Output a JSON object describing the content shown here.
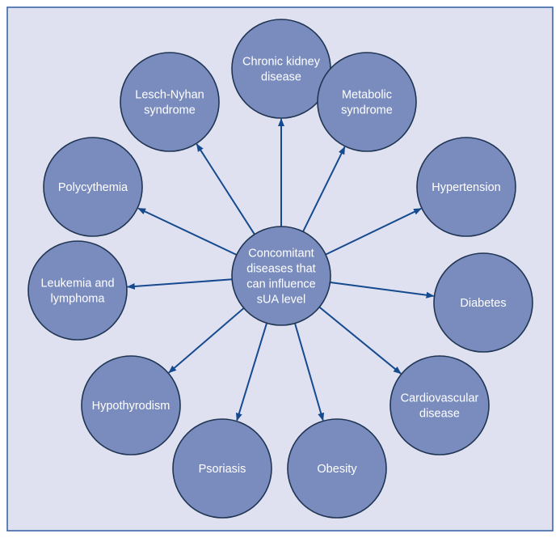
{
  "colors": {
    "background": "#dfe1f0",
    "frame": "#2f5fa2",
    "node_fill": "#7a8cbd",
    "node_stroke": "#1f3553",
    "arrow": "#164a8f",
    "text": "#ffffff"
  },
  "center": {
    "lines": [
      "Concomitant",
      "diseases that",
      "can influence",
      "sUA level"
    ]
  },
  "nodes": [
    {
      "id": "chronic-kidney-disease",
      "lines": [
        "Chronic kidney",
        "disease"
      ]
    },
    {
      "id": "metabolic-syndrome",
      "lines": [
        "Metabolic",
        "syndrome"
      ]
    },
    {
      "id": "hypertension",
      "lines": [
        "Hypertension"
      ]
    },
    {
      "id": "diabetes",
      "lines": [
        "Diabetes"
      ]
    },
    {
      "id": "cardiovascular-disease",
      "lines": [
        "Cardiovascular",
        "disease"
      ]
    },
    {
      "id": "obesity",
      "lines": [
        "Obesity"
      ]
    },
    {
      "id": "psoriasis",
      "lines": [
        "Psoriasis"
      ]
    },
    {
      "id": "hypothyrodism",
      "lines": [
        "Hypothyrodism"
      ]
    },
    {
      "id": "leukemia-and-lymphoma",
      "lines": [
        "Leukemia and",
        "lymphoma"
      ]
    },
    {
      "id": "polycythemia",
      "lines": [
        "Polycythemia"
      ]
    },
    {
      "id": "lesch-nyhan-syndrome",
      "lines": [
        "Lesch-Nyhan",
        "syndrome"
      ]
    }
  ]
}
